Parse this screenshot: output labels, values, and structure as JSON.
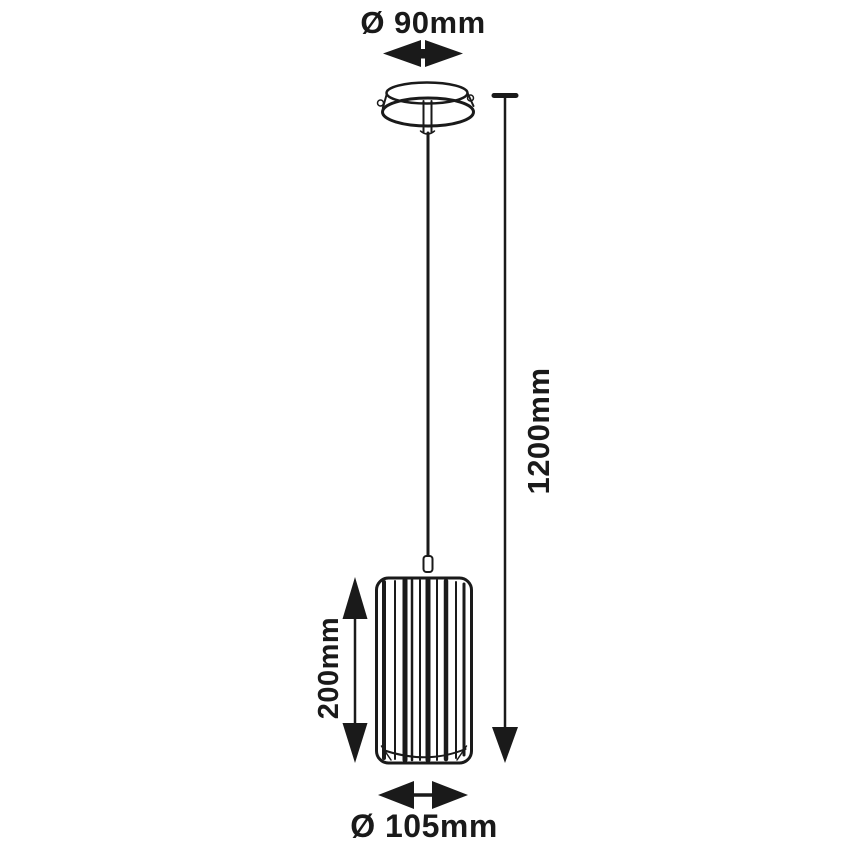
{
  "diagram": {
    "type": "pendant-lamp-dimension-drawing",
    "labels": {
      "canopy_diameter": "Ø 90mm",
      "drop_height": "1200mm",
      "shade_height": "200mm",
      "shade_diameter": "Ø 105mm"
    },
    "colors": {
      "line": "#1a1a1a",
      "background": "#ffffff"
    }
  }
}
